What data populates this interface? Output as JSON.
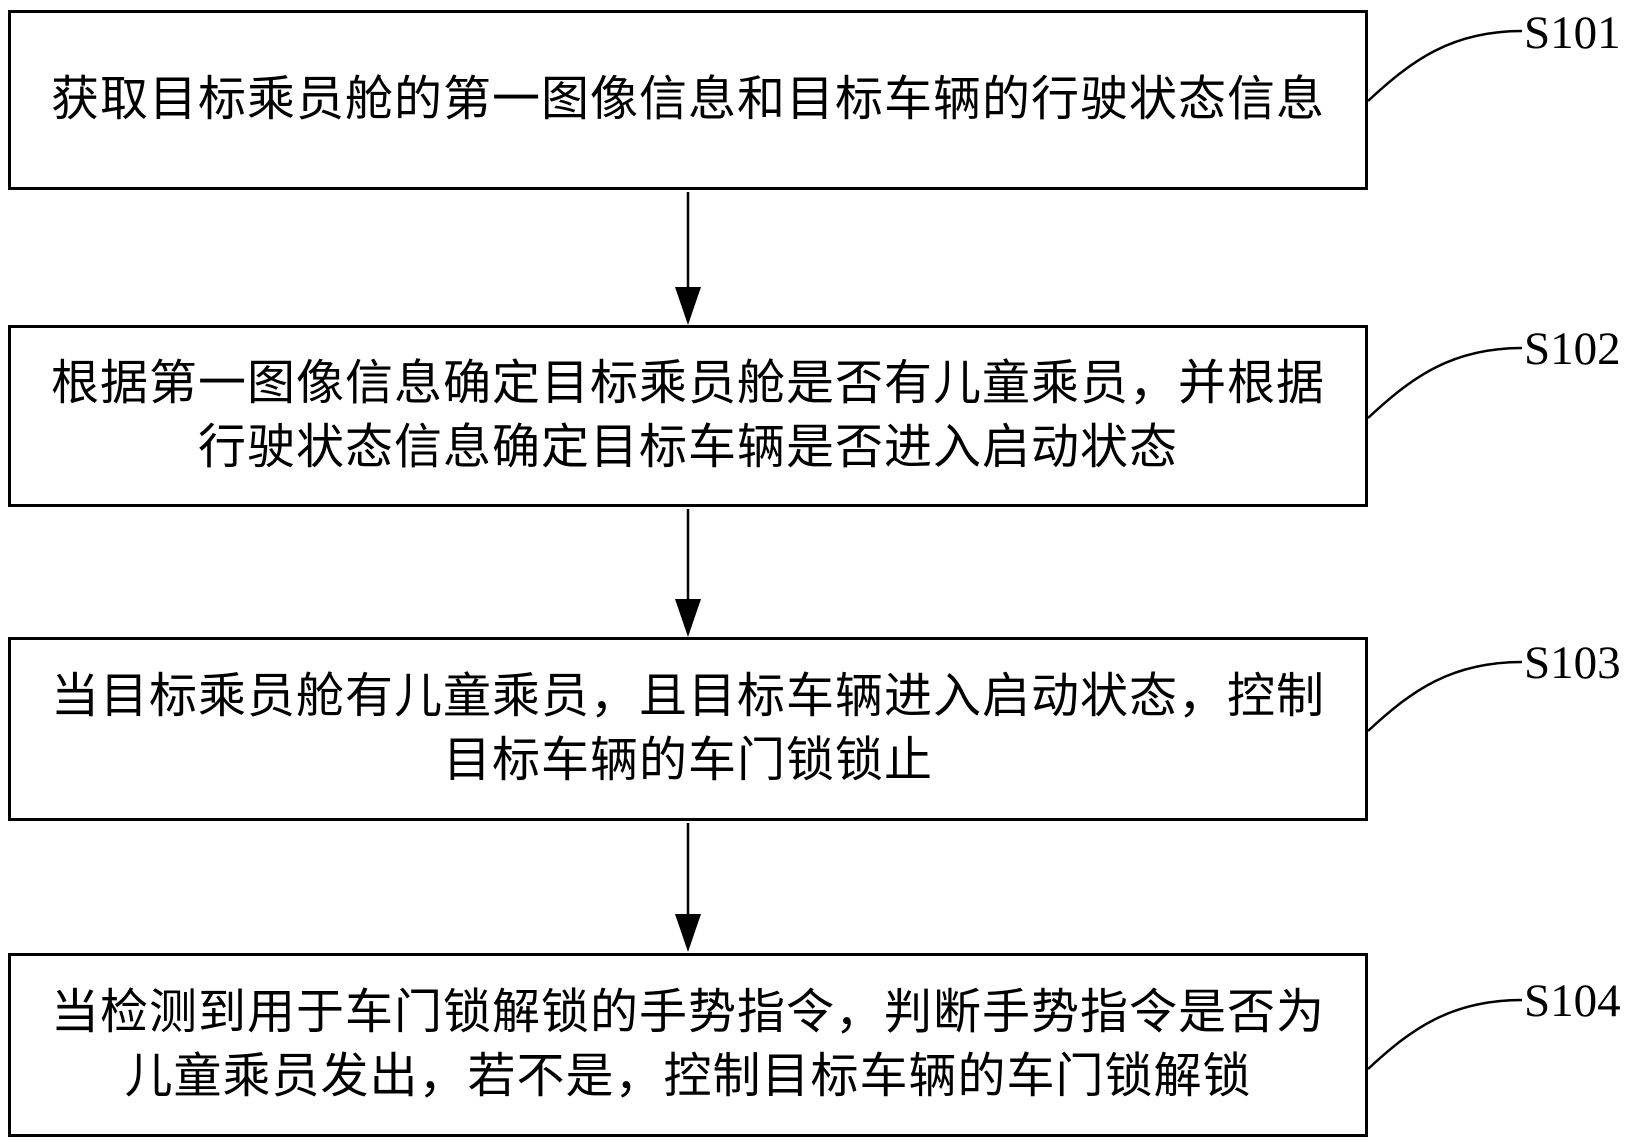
{
  "figure": {
    "background_color": "#ffffff",
    "line_color": "#000000",
    "boxes": [
      {
        "step": "S101",
        "lines": [
          "获取目标乘员舱的第一图像信息和目标车辆的行驶状态信息"
        ]
      },
      {
        "step": "S102",
        "lines": [
          "根据第一图像信息确定目标乘员舱是否有儿童乘员，并根据",
          "行驶状态信息确定目标车辆是否进入启动状态"
        ]
      },
      {
        "step": "S103",
        "lines": [
          "当目标乘员舱有儿童乘员，且目标车辆进入启动状态，控制",
          "目标车辆的车门锁锁止"
        ]
      },
      {
        "step": "S104",
        "lines": [
          "当检测到用于车门锁解锁的手势指令，判断手势指令是否为",
          "儿童乘员发出，若不是，控制目标车辆的车门锁解锁"
        ]
      }
    ]
  }
}
